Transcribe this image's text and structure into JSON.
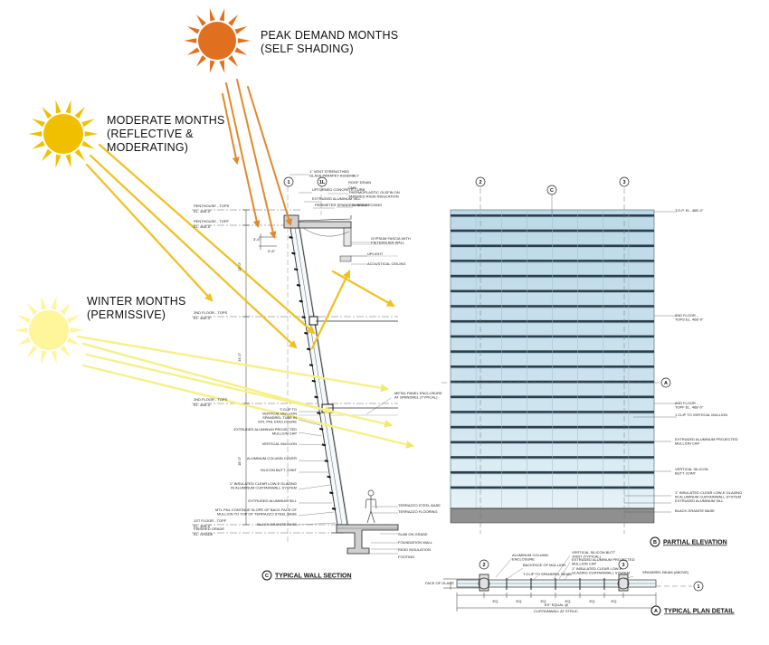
{
  "labels": {
    "peak": [
      "PEAK DEMAND MONTHS",
      "(SELF SHADING)"
    ],
    "moderate": [
      "MODERATE MONTHS",
      "(REFLECTIVE &",
      "MODERATING)"
    ],
    "winter": [
      "WINTER MONTHS",
      "(PERMISSIVE)"
    ]
  },
  "titles": {
    "section_letter": "C",
    "section": "TYPICAL WALL SECTION",
    "elevation_letter": "B",
    "elevation": "PARTIAL ELEVATION",
    "plan_letter": "A",
    "plan": "TYPICAL PLAN DETAIL"
  },
  "grid": {
    "section_1": "1",
    "section_1l": "1L",
    "elev_2": "2",
    "elev_3": "3",
    "elev_c": "C",
    "elev_a": "A",
    "plan_2": "2",
    "plan_3": "3",
    "plan_1": "1"
  },
  "levels": [
    {
      "name": "PENTHOUSE - TOPS",
      "el": "EL. 468'-0\""
    },
    {
      "name": "PENTHOUSE - TOPF",
      "el": "EL. 468'-0\""
    },
    {
      "name": "2ND FLOOR - TOPS",
      "el": "EL. 468'-0\""
    },
    {
      "name": "2ND FLOOR - TOPS",
      "el": "EL. 468'-0\""
    },
    {
      "name": "1ST FLOOR - TOPF",
      "el": "EL. 468'-0\""
    },
    {
      "name": "FINISHED GRADE",
      "el": "EL. GRADE"
    }
  ],
  "section_notes_right": [
    "1\" VENT STRENGTHED GLASS PARAPET ASSEMBLY",
    "UPTURNED CONCRETE CURB",
    "EXTRUDED ALUMINUM SILL",
    "PERIMETER SPANDREL BEAM",
    "ROOF DRAIN",
    "CMB",
    "THERMOPLASTIC OLEFIN ON TAPERED RIGID INSULATION",
    "WOOD DECKING",
    "GYPSUM FASCIA WITH PIETERM AIR WALL",
    "UPLIGHT",
    "ACOUSTICAL CEILING",
    "METAL PANEL ENCLOSURE AT SPANDREL (TYPICAL)",
    "TERRAZZO STEEL BASE",
    "TERRAZZO FLOORING",
    "SLAB ON GRADE",
    "FOUNDATION WALL",
    "RIGID INSULATION",
    "FOOTING"
  ],
  "section_notes_left": [
    "T-CLIP TO VERTICAL MULLION",
    "SPANDREL TUBE IN MTL PNL ENCLOSURE",
    "EXTRUDED ALUMINUM PROJECTED MULLION CAP",
    "VERTICAL MULLION",
    "ALUMINUM COLUMN COVER",
    "SILICON BUTT JOINT",
    "1\" INSULATED CLEAR LOW-E GLAZING IN ALUMINUM CURTAINWALL SYSTEM",
    "EXTRUDED ALUMINUM SILL",
    "MTL PNL CONTINUE SLOPE OF BACK FACE OF MULLION TO TOP OF TERRAZZO STEEL BASE",
    "BLACK GRANITE BASE"
  ],
  "section_dims": [
    "3'-6\"",
    "0'-6\"",
    "13'-0\"",
    "14'-0\"",
    "18'-0\""
  ],
  "elevation_notes": [
    "T.O.P. EL. 468'-0\"",
    "2ND FLOOR - TOPS EL. 468'-0\"",
    "2ND FLOOR - TOPF EL. 468'-0\"",
    "1 CLIP TO VERTICAL MULLION",
    "EXTRUDED ALUMINUM PROJECTED MULLION CAP",
    "VERTICAL SILICON BUTT JOINT",
    "1\" INSULATED CLEAR LOW-E GLAZING IN ALUMINUM CURTAINWALL SYSTEM",
    "EXTRUDED ALUMINUM SILL",
    "BLACK GRANITE BASE"
  ],
  "plan_notes": [
    "ALUMINUM COLUMN ENCLOSURE",
    "BACKFACE OF MULLION",
    "T-CLIP TO SPANDREL BEAM",
    "VERTICAL SILICON BUTT JOINT (TYPICAL)",
    "EXTRUDED ALUMINUM PROJECTED MULLION CAP",
    "1\" INSULATED CLEAR LOW-E GLAZING CURTAINWALL SYSTEM",
    "SPANDREL BEAM (ABOVE)",
    "FACE OF GLASS"
  ],
  "plan_dims": {
    "module": "EQ.",
    "overall": "6'0\" EQUAL @",
    "wall": "CURTAINWALL AT STRUC."
  },
  "colors": {
    "peak_sun": "#e07020",
    "moderate_sun": "#f0c000",
    "winter_sun": "#fff59a",
    "peak_ray": "#e08a2a",
    "moderate_ray": "#f0c020",
    "winter_ray": "#f6f088",
    "glass": "#c9e2ee",
    "granite": "#9a9a9a"
  }
}
